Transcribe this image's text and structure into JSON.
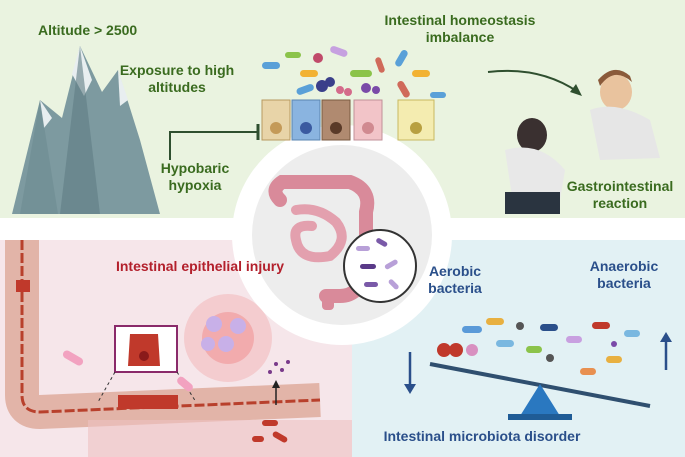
{
  "labels": {
    "altitude": "Altitude > 2500",
    "exposure": "Exposure to high altitudes",
    "hypobaric": "Hypobaric hypoxia",
    "homeostasis": "Intestinal homeostasis imbalance",
    "gastro": "Gastrointestinal reaction",
    "epithelial": "Intestinal epithelial injury",
    "aerobic": "Aerobic bacteria",
    "anaerobic": "Anaerobic bacteria",
    "microbiota": "Intestinal microbiota disorder"
  },
  "colors": {
    "top_bg": "#eaf3e0",
    "left_bg": "#f6e6ea",
    "right_bg": "#e2f1f4",
    "green_text": "#3a6b1f",
    "red_text": "#b3202c",
    "blue_text": "#2a4f8a"
  }
}
